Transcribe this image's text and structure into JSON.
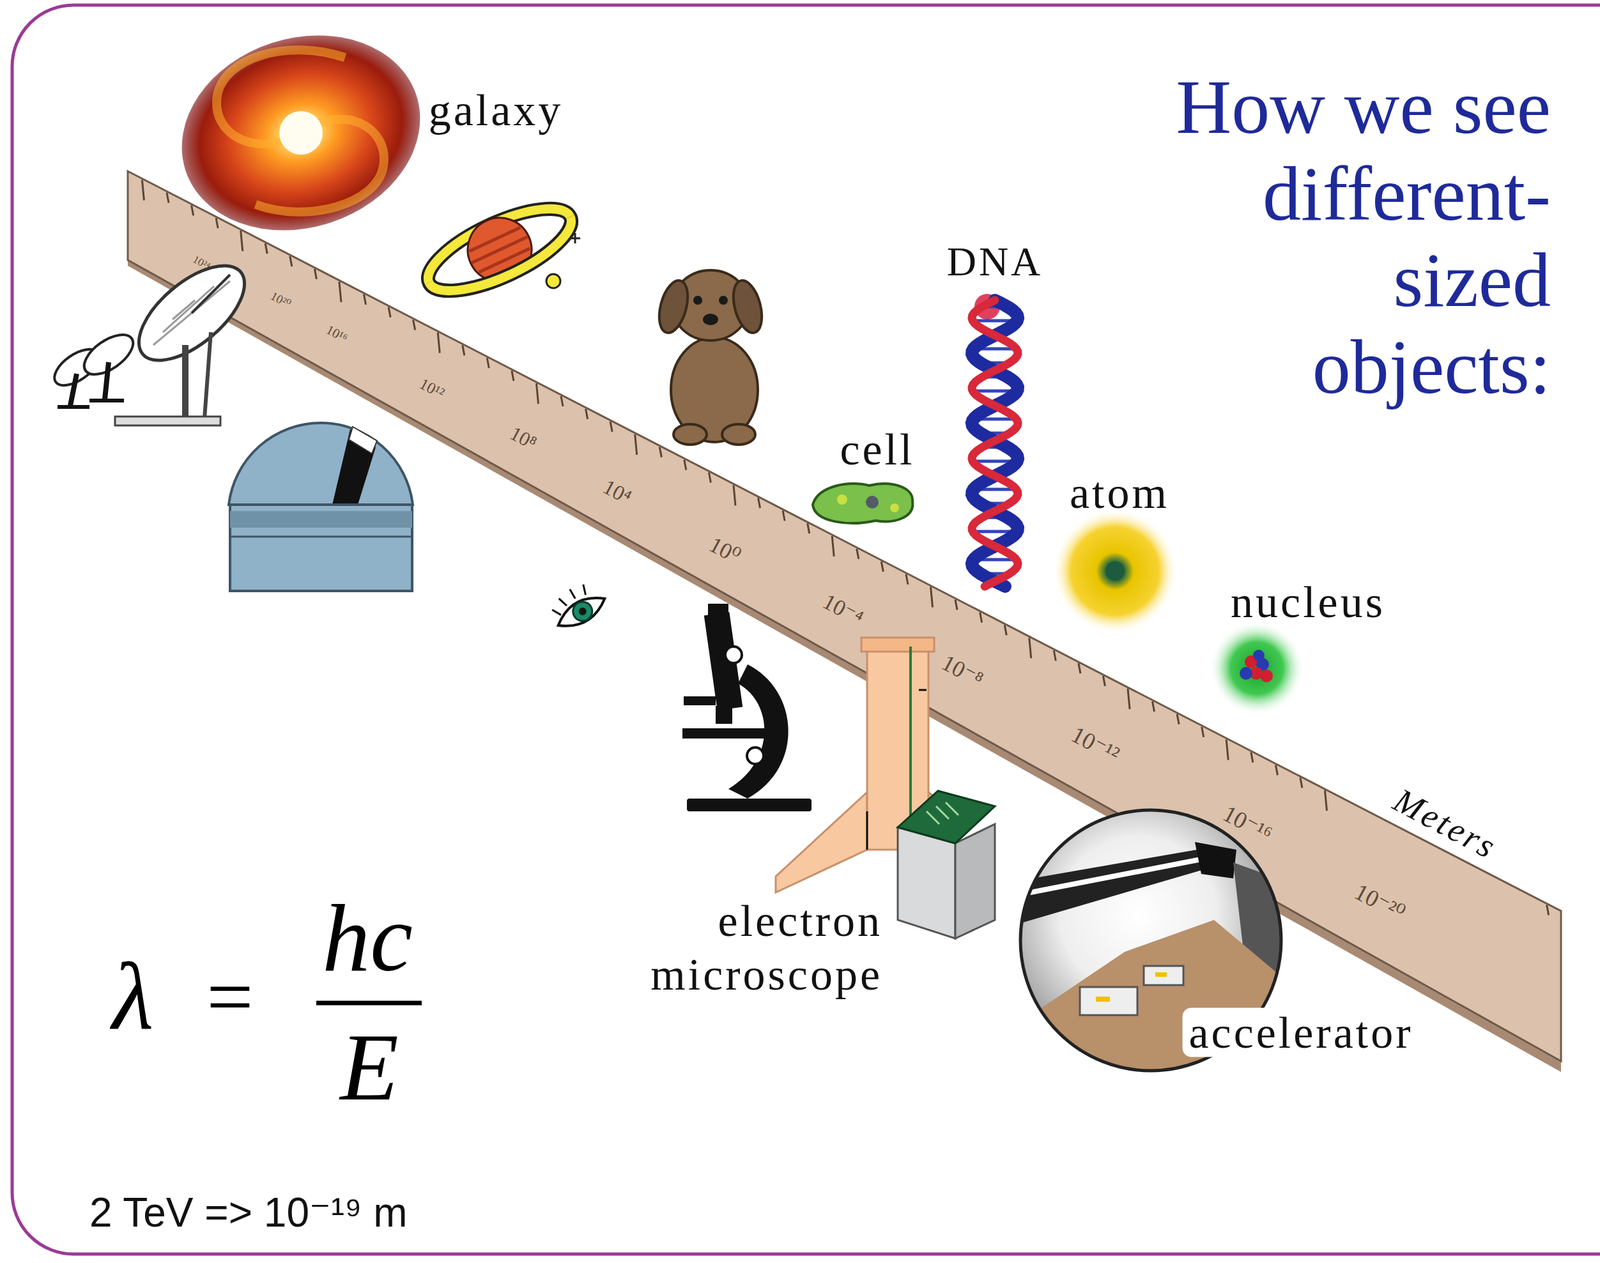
{
  "diagram": {
    "title": "How we see different-sized objects:",
    "caption": "2 TeV => 10⁻¹⁹ m",
    "labels": [
      "galaxy",
      "DNA",
      "cell",
      "atom",
      "nucleus",
      "10²⁴",
      "10²⁰",
      "10¹⁶",
      "10¹²",
      "10⁸",
      "10⁴",
      "10⁰",
      "10⁻⁴",
      "10⁻⁸",
      "10⁻¹²",
      "10⁻¹⁶",
      "10⁻²⁰",
      "Meters",
      "electron microscope",
      "accelerator",
      "λ",
      "=",
      "hc",
      "E"
    ]
  }
}
